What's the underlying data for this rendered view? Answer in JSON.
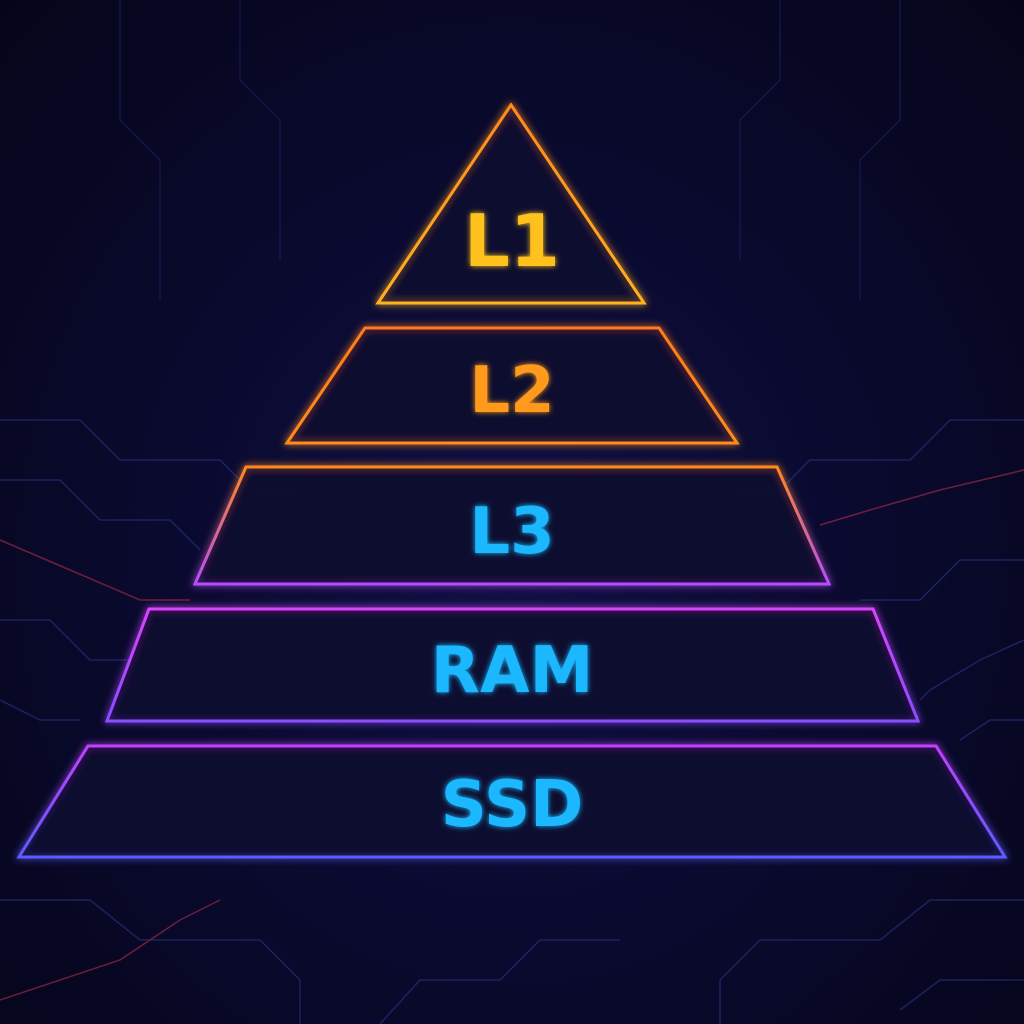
{
  "diagram": {
    "tiers": [
      {
        "id": "l1",
        "label": "L1",
        "text_color": "#ffc21a",
        "stroke_top": "#ff8a1c",
        "stroke_bottom": "#ffb21e"
      },
      {
        "id": "l2",
        "label": "L2",
        "text_color": "#ff9a1f",
        "stroke_top": "#ff7a1a",
        "stroke_bottom": "#ff8c1a"
      },
      {
        "id": "l3",
        "label": "L3",
        "text_color": "#1ab8ff",
        "stroke_top": "#ff8a1c",
        "stroke_bottom": "#b64cff"
      },
      {
        "id": "ram",
        "label": "RAM",
        "text_color": "#1ab8ff",
        "stroke_top": "#d844ff",
        "stroke_bottom": "#8a4dff"
      },
      {
        "id": "ssd",
        "label": "SSD",
        "text_color": "#1ab8ff",
        "stroke_top": "#c040ff",
        "stroke_bottom": "#5a5cff"
      }
    ]
  },
  "colors": {
    "background": "#070722",
    "circuit_blue": "#2a3a8c",
    "circuit_red": "#c0304a",
    "tier_fill": "#0b0b2e"
  }
}
